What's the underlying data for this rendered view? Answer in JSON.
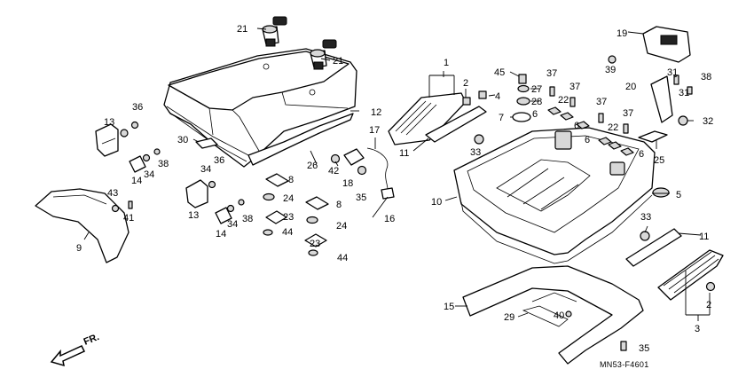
{
  "diagram": {
    "code": "MN53-F4601",
    "direction_label": "FR.",
    "part_labels": [
      "1",
      "2",
      "2",
      "3",
      "4",
      "5",
      "6",
      "6",
      "6",
      "6",
      "7",
      "8",
      "8",
      "9",
      "10",
      "11",
      "11",
      "12",
      "13",
      "13",
      "14",
      "14",
      "15",
      "16",
      "17",
      "18",
      "19",
      "20",
      "21",
      "21",
      "22",
      "22",
      "23",
      "23",
      "24",
      "24",
      "25",
      "26",
      "27",
      "28",
      "29",
      "30",
      "31",
      "31",
      "32",
      "33",
      "33",
      "34",
      "34",
      "34",
      "35",
      "35",
      "36",
      "36",
      "37",
      "37",
      "37",
      "37",
      "38",
      "38",
      "38",
      "39",
      "40",
      "41",
      "42",
      "43",
      "44",
      "44",
      "45"
    ]
  }
}
